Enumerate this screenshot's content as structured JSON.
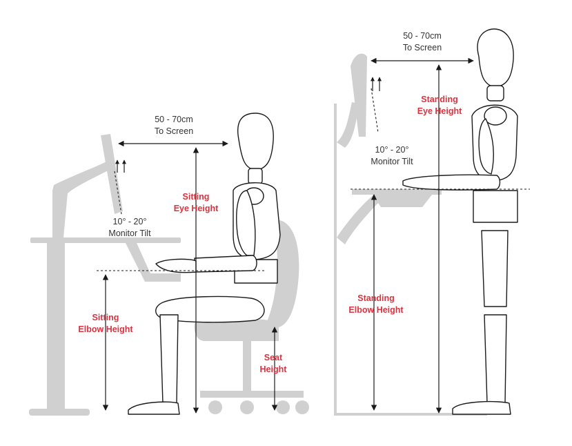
{
  "colors": {
    "furniture": "#d0d0d0",
    "outline": "#1a1a1a",
    "accent": "#d8333f",
    "text": "#333333"
  },
  "sitting": {
    "screen_distance": [
      "50 - 70cm",
      "To Screen"
    ],
    "eye_height": [
      "Sitting",
      "Eye Height"
    ],
    "monitor_tilt": [
      "10° - 20°",
      "Monitor Tilt"
    ],
    "elbow_height": [
      "Sitting",
      "Elbow Height"
    ],
    "seat_height": [
      "Seat",
      "Height"
    ]
  },
  "standing": {
    "screen_distance": [
      "50 - 70cm",
      "To Screen"
    ],
    "eye_height": [
      "Standing",
      "Eye Height"
    ],
    "monitor_tilt": [
      "10° - 20°",
      "Monitor Tilt"
    ],
    "elbow_height": [
      "Standing",
      "Elbow Height"
    ]
  }
}
